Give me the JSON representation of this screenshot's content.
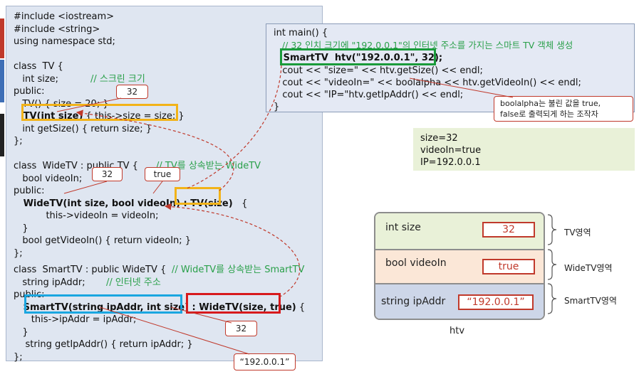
{
  "code_lines": [
    "#include <iostream>",
    "#include <string>",
    "using namespace std;",
    "",
    "class  TV {",
    "   int size;",
    "public:",
    "   TV() { size = 20; }",
    "   TV(int size) { this->size = size; }",
    "   int getSize() { return size; }",
    "};",
    "",
    "class  WideTV : public TV {",
    "   bool videoIn;",
    "public:",
    "   WideTV(int size, bool videoIn) : TV(size) {",
    "           this->videoIn = videoIn;",
    "   }",
    "   bool getVideoIn() { return videoIn; }",
    "};",
    "",
    "class  SmartTV : public WideTV {",
    "   string ipAddr;",
    "public:",
    "   SmartTV(string ipAddr, int size) : WideTV(size, true) {",
    "      this->ipAddr = ipAddr;",
    "   }",
    "    string getIpAddr() { return ipAddr; }",
    "};"
  ],
  "comments": {
    "tv_size": "// 스크린 크기",
    "widetv": "// TV를 상속받는 WideTV",
    "smarttv": "// WideTV를 상속받는 SmartTV",
    "ipaddr": "// 인터넷 주소"
  },
  "main_lines": [
    "int main() {",
    "   // 32 인치 크기에 \"192.0.0.1\"의 인터넷 주소를 가지는 스마트 TV 객체 생성",
    "   SmartTV  htv(\"192.0.0.1\", 32);",
    "   cout << \"size=\" << htv.getSize() << endl;",
    "   cout << \"videoIn=\" << boolalpha << htv.getVideoIn() << endl;",
    "   cout << \"IP=\"htv.getIpAddr() << endl;",
    "}"
  ],
  "output_lines": [
    "size=32",
    "videoIn=true",
    "IP=192.0.0.1"
  ],
  "callouts": {
    "tv_size_32": "32",
    "wide_size_32": "32",
    "wide_true": "true",
    "smart_size_32": "32",
    "smart_ip": "“192.0.0.1”",
    "boolalpha": "boolalpha는 불린 값을 true,\nfalse로 출력되게 하는 조작자"
  },
  "object": {
    "name": "htv",
    "rows": [
      {
        "label": "int size",
        "value": "32",
        "region": "TV영역"
      },
      {
        "label": "bool videoIn",
        "value": "true",
        "region": "WideTV영역"
      },
      {
        "label": "string ipAddr",
        "value": "“192.0.0.1”",
        "region": "SmartTV영역"
      }
    ]
  },
  "colors": {
    "highlight_yellow": "#f2b318",
    "highlight_blue": "#1aa6e0",
    "highlight_red": "#d7191c",
    "highlight_green": "#1a9b3b",
    "arrow_red": "#c0392b",
    "comment_green": "#2aa04a"
  }
}
